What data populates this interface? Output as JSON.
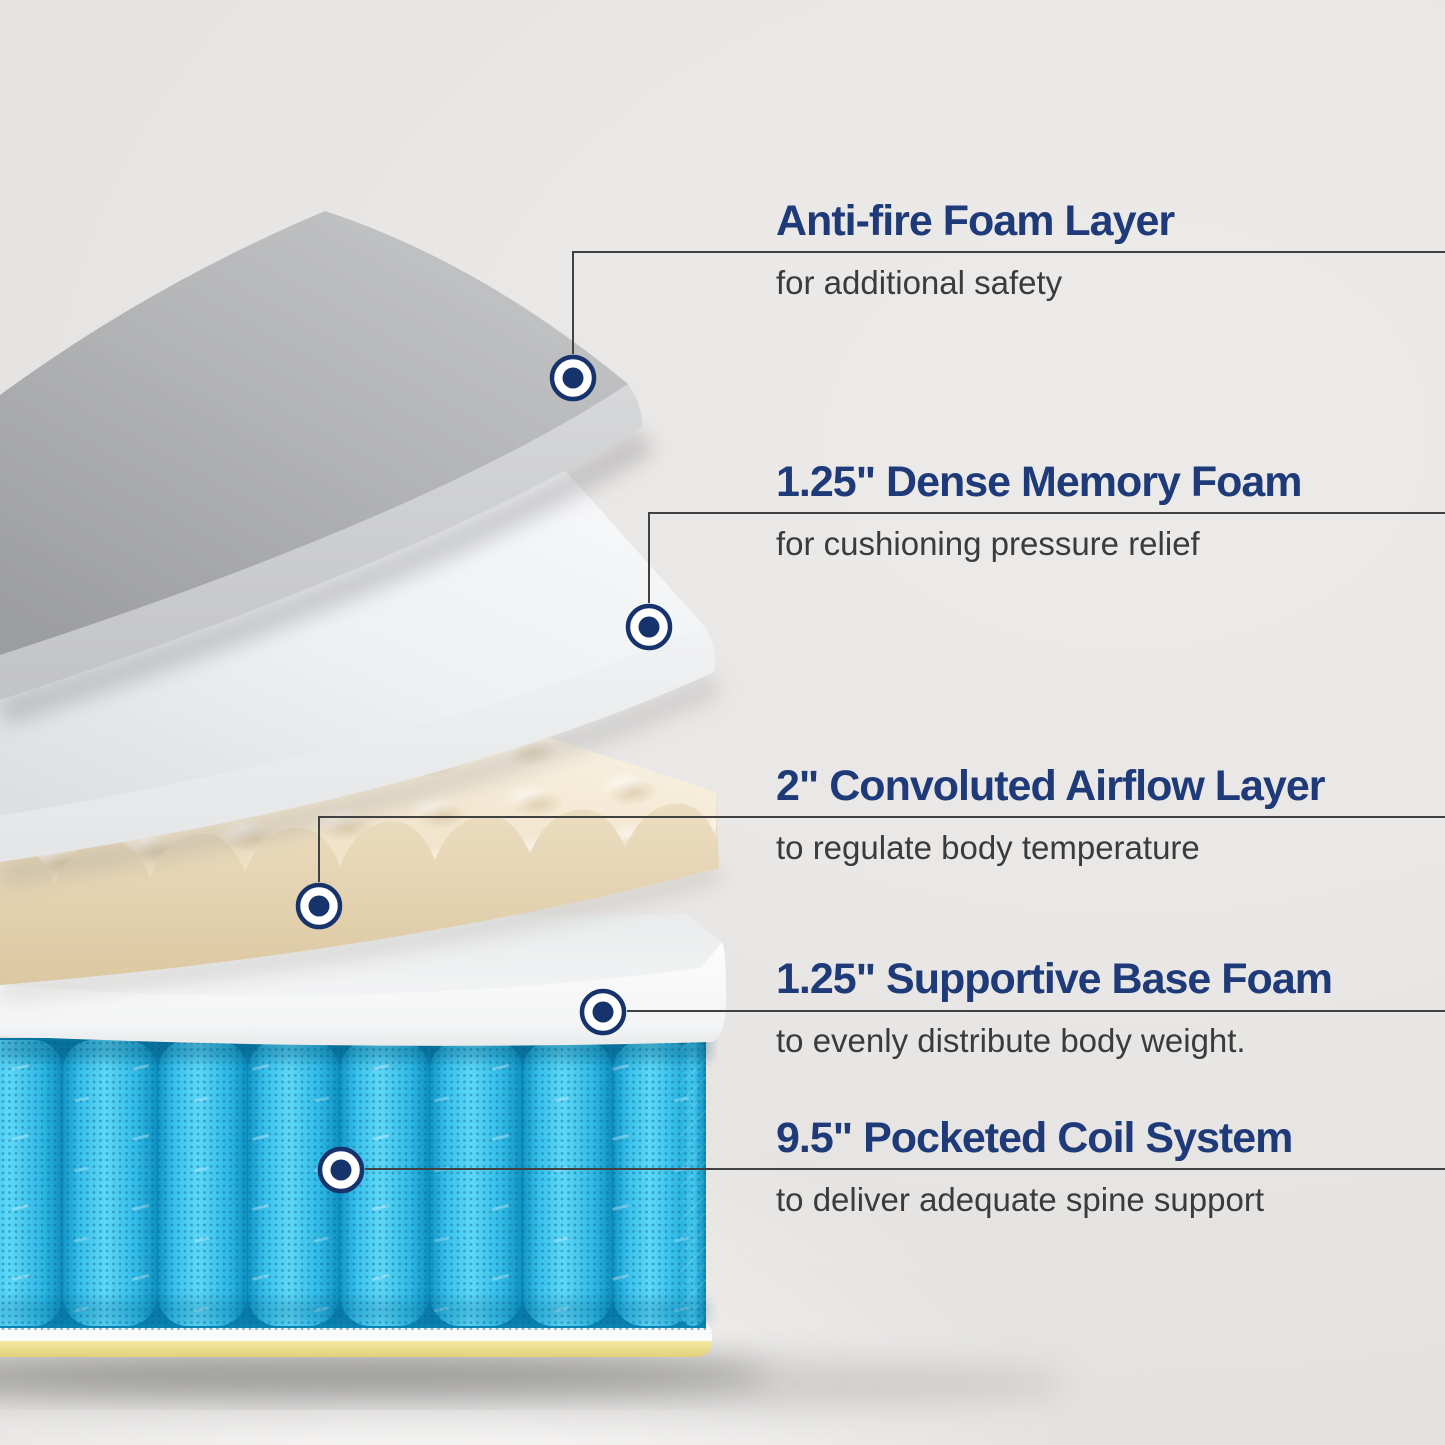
{
  "figure": {
    "kind": "mattress-layer-cutaway-infographic",
    "layer_count": 5
  },
  "callouts": [
    {
      "id": "anti-fire-foam",
      "title": "Anti-fire Foam Layer",
      "description": "for additional safety"
    },
    {
      "id": "dense-memory-foam",
      "title": "1.25\" Dense Memory Foam",
      "description": "for cushioning pressure relief"
    },
    {
      "id": "convoluted-airflow",
      "title": "2\" Convoluted Airflow Layer",
      "description": "to regulate body temperature"
    },
    {
      "id": "supportive-base-foam",
      "title": "1.25\" Supportive Base Foam",
      "description": "to evenly distribute body weight."
    },
    {
      "id": "pocketed-coil-system",
      "title": "9.5\" Pocketed Coil System",
      "description": "to deliver adequate spine support"
    }
  ],
  "layers_depicted": [
    "anti-fire-foam-sheet-gray",
    "dense-memory-foam-sheet-white",
    "convoluted-airflow-foam-cream",
    "supportive-base-foam-slab-white",
    "pocketed-coil-row-blue",
    "bottom-foam-band-white",
    "bottom-foam-band-yellow"
  ],
  "colors": {
    "title_navy": "#1e3a78",
    "marker_navy": "#17336b",
    "description_text": "#3b3b3b",
    "leader_line": "#414141",
    "background": "#e9e7e5",
    "gray_foam": "#b3b4b6",
    "white_foam": "#f3f4f6",
    "cream_foam": "#eedfc4",
    "coil_cyan": "#3ac8ef",
    "coil_seam": "#0e8dbf",
    "bottom_band_yellow": "#ecdf8d"
  }
}
